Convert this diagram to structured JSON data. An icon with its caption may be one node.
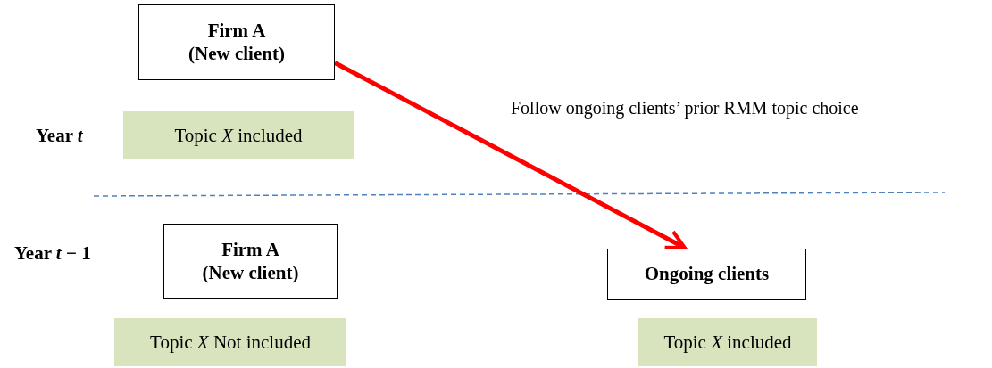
{
  "diagram": {
    "nodes": [
      {
        "text": [
          "Firm A",
          "(New client)"
        ]
      },
      {
        "text": [
          "Topic *X* included"
        ]
      },
      {
        "text": [
          "Firm A",
          "(New client)"
        ]
      },
      {
        "text": [
          "Topic *X* Not included"
        ]
      },
      {
        "text": [
          "Ongoing clients"
        ]
      },
      {
        "text": [
          "Topic *X* included"
        ]
      }
    ],
    "edges": [
      {
        "from": 0,
        "to": 4,
        "arrow": "to",
        "label": "Follow ongoing clients’ prior RMM topic choice",
        "color": "#ff0000"
      }
    ],
    "labels": [
      "Year *t*",
      "Year *t* − 1"
    ]
  }
}
